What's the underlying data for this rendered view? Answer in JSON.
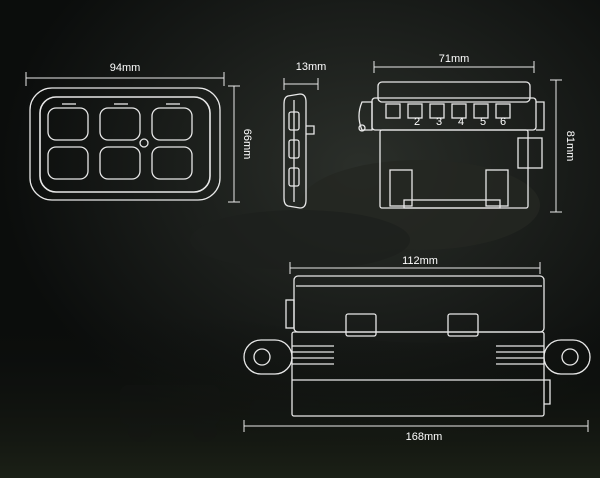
{
  "dimensions": {
    "control_panel_width": "94mm",
    "control_panel_height": "66mm",
    "control_panel_depth": "13mm",
    "relay_box_width": "71mm",
    "relay_box_height": "81mm",
    "relay_box_length": "112mm",
    "relay_box_mount_length": "168mm"
  },
  "relay_numbers": [
    "2",
    "3",
    "4",
    "5",
    "6"
  ],
  "colors": {
    "background": "#0b0d0c",
    "line": "#e8e8e8",
    "dimension_text": "#ffffff"
  }
}
